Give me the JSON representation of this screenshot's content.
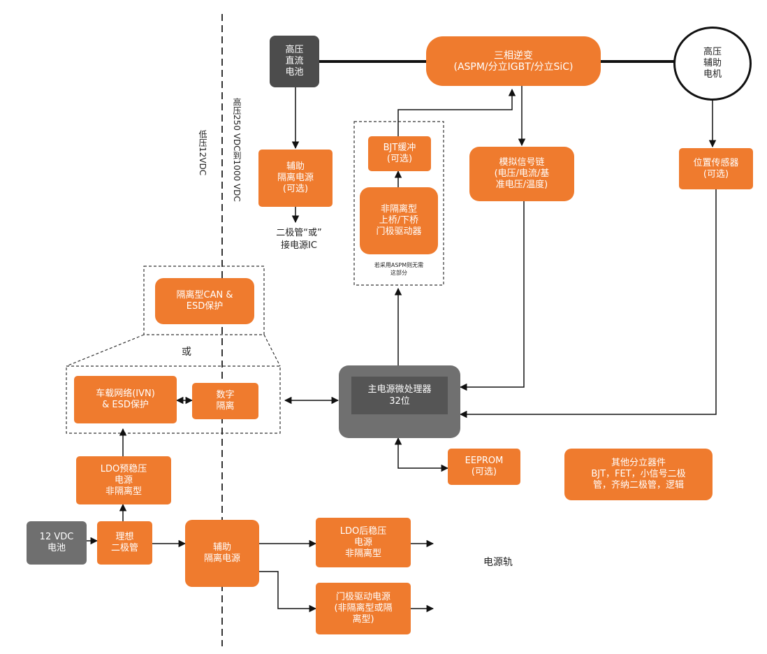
{
  "blocks": {
    "hv_battery": "高压\n直流\n电池",
    "inverter": "三相逆变\n(ASPM/分立IGBT/分立SiC)",
    "hv_motor": "高压\n辅助\n电机",
    "aux_iso_supply_top": "辅助\n隔离电源\n(可选)",
    "bjt_buffer": "BJT缓冲\n(可选)",
    "non_iso_gate_driver": "非隔离型\n上桥/下桥\n门极驱动器",
    "analog_chain": "模拟信号链\n(电压/电流/基\n准电压/温度)",
    "position_sensor": "位置传感器\n(可选)",
    "iso_can": "隔离型CAN &\nESD保护",
    "ivn": "车载网络(IVN)\n& ESD保护",
    "digital_iso": "数字\n隔离",
    "mcu": "主电源微处理器\n32位",
    "eeprom": "EEPROM\n(可选)",
    "other_discrete": "其他分立器件\nBJT，FET，小信号二极\n管，齐纳二极管，逻辑",
    "ldo_pre": "LDO预稳压\n电源\n非隔离型",
    "battery_12v": "12 VDC\n电池",
    "ideal_diode": "理想\n二极管",
    "aux_iso_supply_bottom": "辅助\n隔离电源",
    "ldo_post": "LDO后稳压\n电源\n非隔离型",
    "gate_drive_supply": "门极驱动电源\n(非隔离型或隔\n离型)"
  },
  "labels": {
    "diode_or": "二极管“或”\n接电源IC",
    "aspm_note": "若采用ASPM则无需\n这部分",
    "or_text": "或",
    "power_rail": "电源轨",
    "low_voltage": "低压12VDC",
    "high_voltage": "高压250 VDC到1000 VDC"
  },
  "colors": {
    "orange": "#ef7b2e",
    "dark_gray": "#4c4c4c",
    "mid_gray": "#707070",
    "line": "#111111"
  }
}
